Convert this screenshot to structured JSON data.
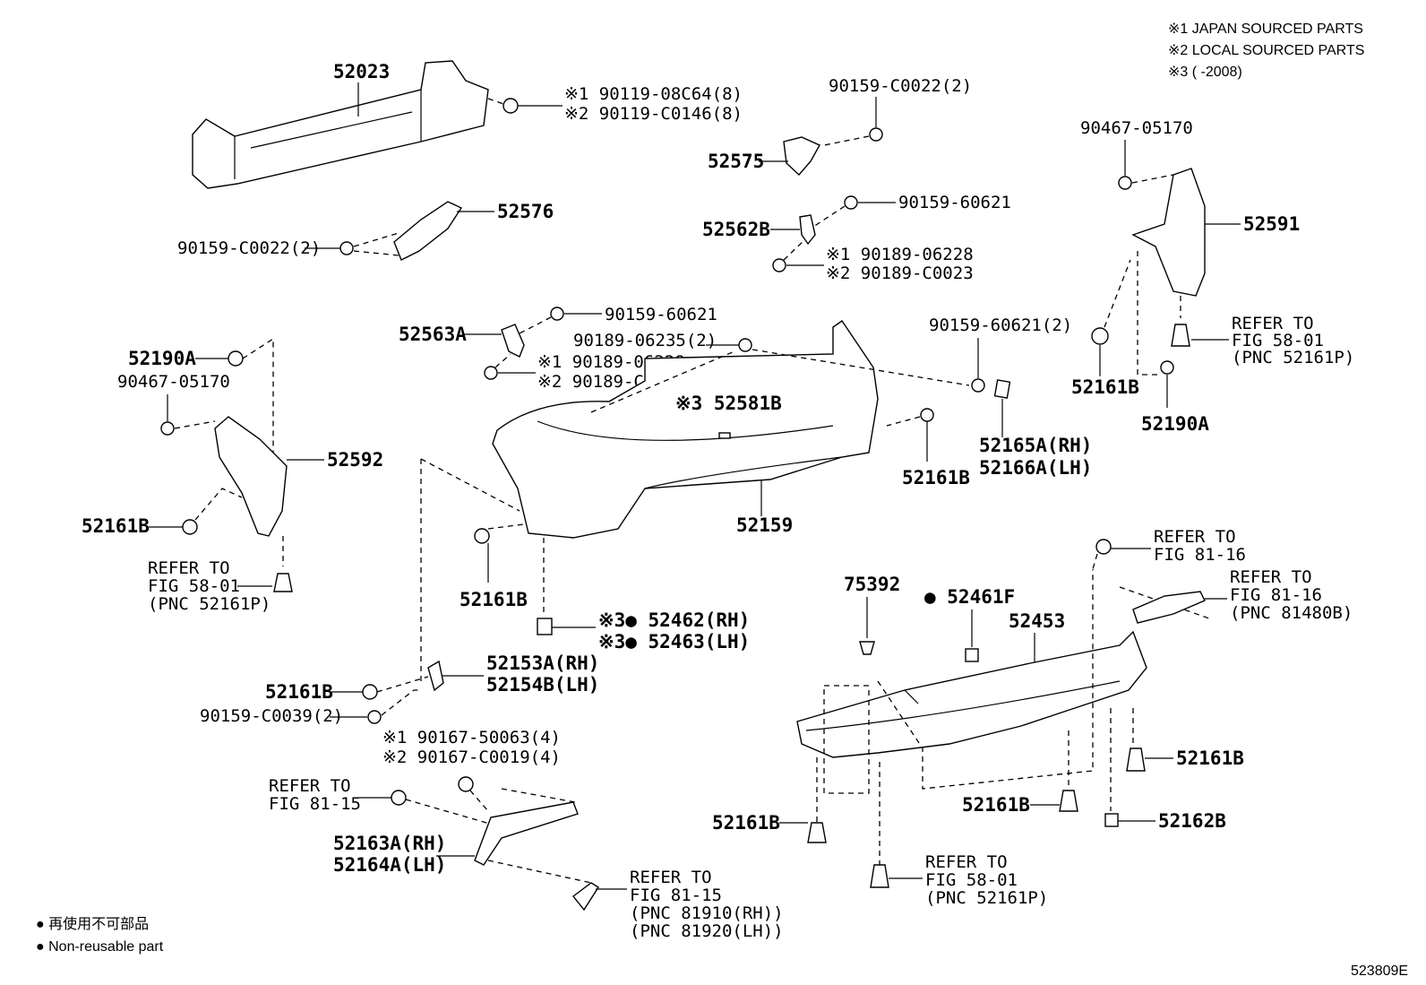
{
  "notes": [
    "※1  JAPAN SOURCED PARTS",
    "※2  LOCAL SOURCED PARTS",
    "※3  (        -2008)"
  ],
  "legend": {
    "jp": "● 再使用不可部品",
    "en": "● Non-reusable part"
  },
  "figure_code": "523809E",
  "labels": {
    "p52023": "52023",
    "bolt_a1": "※1  90119-08C64(8)",
    "bolt_a2": "※2  90119-C0146(8)",
    "p52576": "52576",
    "clip_576": "90159-C0022(2)",
    "clip_575": "90159-C0022(2)",
    "p52575": "52575",
    "p52562B": "52562B",
    "clip_562": "90159-60621",
    "nut_562_1": "※1  90189-06228",
    "nut_562_2": "※2  90189-C0023",
    "p52563A": "52563A",
    "clip_563": "90159-60621",
    "nut_563": "90189-06235(2)",
    "nut_563_1": "※1  90189-06228",
    "nut_563_2": "※2  90189-C0023",
    "p52581B": "※3  52581B",
    "clip_bumper_r": "90159-60621(2)",
    "p52165A": "52165A(RH)",
    "p52166A": "52166A(LH)",
    "p52161B_right_mid": "52161B",
    "p52159": "52159",
    "p52161B_center": "52161B",
    "p52462": "※3● 52462(RH)",
    "p52463": "※3● 52463(LH)",
    "p52190A_left": "52190A",
    "clip_592": "90467-05170",
    "p52592": "52592",
    "p52161B_left": "52161B",
    "ref_left_1": "REFER TO",
    "ref_left_2": "FIG 58-01",
    "ref_left_3": "(PNC 52161P)",
    "clip_591": "90467-05170",
    "p52591": "52591",
    "p52161B_r591": "52161B",
    "p52190A_right": "52190A",
    "ref_r591_1": "REFER TO",
    "ref_r591_2": "FIG 58-01",
    "ref_r591_3": "(PNC 52161P)",
    "p52161B_bracket": "52161B",
    "p52153A": "52153A(RH)",
    "p52154B": "52154B(LH)",
    "clip_0039": "90159-C0039(2)",
    "screw_1": "※1 90167-50063(4)",
    "screw_2": "※2 90167-C0019(4)",
    "ref_8115_1": "REFER TO",
    "ref_8115_2": "FIG 81-15",
    "p52163A": "52163A(RH)",
    "p52164A": "52164A(LH)",
    "ref_8115b_1": "REFER TO",
    "ref_8115b_2": "FIG 81-15",
    "ref_8115b_3": "(PNC 81910(RH))",
    "ref_8115b_4": "(PNC 81920(LH))",
    "p75392": "75392",
    "p52461F": "● 52461F",
    "p52453": "52453",
    "ref_8116a_1": "REFER TO",
    "ref_8116a_2": "FIG 81-16",
    "ref_8116b_1": "REFER TO",
    "ref_8116b_2": "FIG 81-16",
    "ref_8116b_3": "(PNC 81480B)",
    "p52161B_lr_right": "52161B",
    "p52161B_lr_mid": "52161B",
    "p52161B_lr_left": "52161B",
    "p52162B": "52162B",
    "ref_lower_1": "REFER TO",
    "ref_lower_2": "FIG 58-01",
    "ref_lower_3": "(PNC 52161P)"
  }
}
